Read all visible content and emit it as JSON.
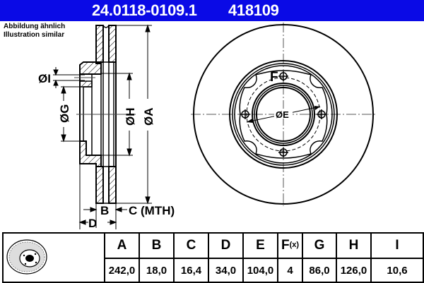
{
  "header": {
    "part_number": "24.0118-0109.1",
    "reference": "418109",
    "background_color": "#0a0ae6"
  },
  "note": {
    "line1": "Abbildung ähnlich",
    "line2": "Illustration similar"
  },
  "side_view": {
    "labels": {
      "I": "ØI",
      "G": "ØG",
      "H": "ØH",
      "A": "ØA",
      "B": "B",
      "C": "C (MTH)",
      "D": "D"
    }
  },
  "front_view": {
    "labels": {
      "E": "ØE",
      "F": "F"
    },
    "bolt_holes": 4
  },
  "thumbnail": {
    "icon": "brake-disc-icon"
  },
  "table": {
    "columns": [
      {
        "key": "A",
        "label": "A",
        "value": "242,0"
      },
      {
        "key": "B",
        "label": "B",
        "value": "18,0"
      },
      {
        "key": "C",
        "label": "C",
        "value": "16,4"
      },
      {
        "key": "D",
        "label": "D",
        "value": "34,0"
      },
      {
        "key": "E",
        "label": "E",
        "value": "104,0"
      },
      {
        "key": "F",
        "label": "F",
        "suffix": "(x)",
        "value": "4"
      },
      {
        "key": "G",
        "label": "G",
        "value": "86,0"
      },
      {
        "key": "H",
        "label": "H",
        "value": "126,0"
      },
      {
        "key": "I",
        "label": "I",
        "value": "10,6"
      }
    ]
  }
}
